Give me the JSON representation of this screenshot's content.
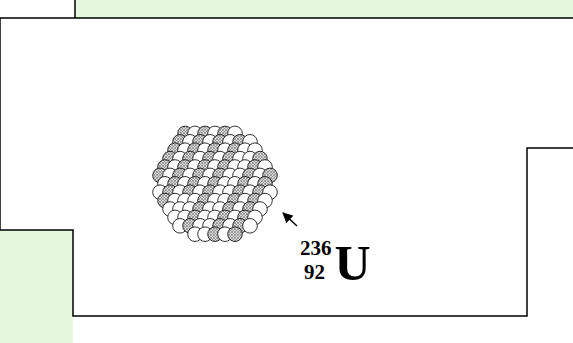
{
  "diagram": {
    "labels": [
      "236",
      "92",
      "U"
    ]
  }
}
